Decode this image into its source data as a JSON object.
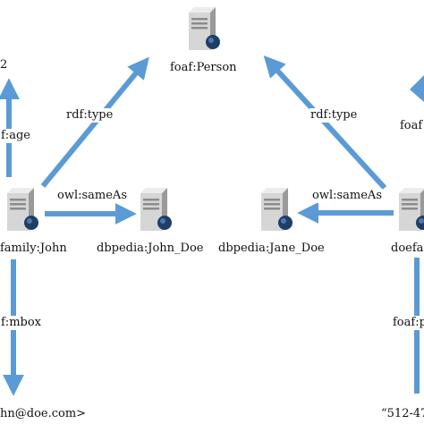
{
  "nodes": {
    "foaf_person": {
      "label": "foaf:Person"
    },
    "john": {
      "label": "doefamily:John",
      "visible_text": "family:John"
    },
    "john_doe": {
      "label": "dbpedia:John_Doe"
    },
    "jane_doe": {
      "label": "dbpedia:Jane_Doe"
    },
    "jane": {
      "label": "doefamily:Jane",
      "visible_text": "doefar"
    }
  },
  "literals": {
    "age_value": "2",
    "john_email": "hn@doe.com>",
    "jane_phone": "“512-47"
  },
  "edges": {
    "john_type": "rdf:type",
    "jane_type": "rdf:type",
    "john_sameas": "owl:sameAs",
    "jane_sameas": "owl:sameAs",
    "john_age": "f:age",
    "john_mbox": "f:mbox",
    "jane_phone_label": "foaf:p",
    "jane_top_label": "foaf"
  },
  "colors": {
    "arrow": "#5b9bd5",
    "server_body": "#d6d6d6",
    "server_shadow": "#9a9a9a",
    "globe": "#1f3e66"
  },
  "icon": "server-globe-icon"
}
